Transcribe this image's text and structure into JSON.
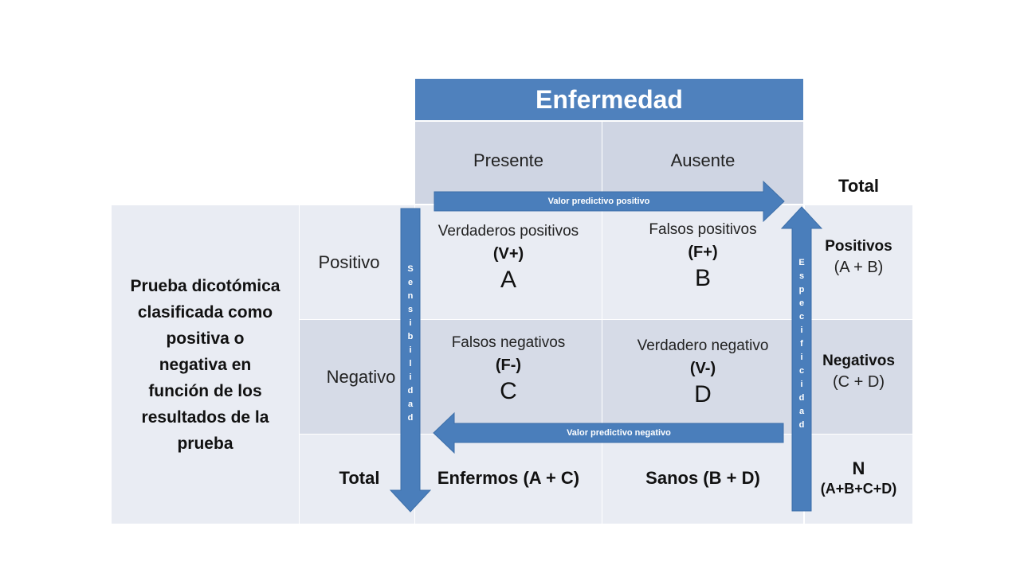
{
  "header": "Enfermedad",
  "columns": {
    "present": "Presente",
    "absent": "Ausente",
    "total": "Total"
  },
  "rows": {
    "positive": "Positivo",
    "negative": "Negativo",
    "total": "Total"
  },
  "left_label": [
    "Prueba dicotómica",
    "clasificada como",
    "positiva  o",
    "negativa  en",
    "función de los",
    "resultados de la",
    "prueba"
  ],
  "cells": {
    "a": {
      "title": "Verdaderos positivos",
      "code": "(V+)",
      "letter": "A"
    },
    "b": {
      "title": "Falsos positivos",
      "code": "(F+)",
      "letter": "B"
    },
    "c": {
      "title": "Falsos negativos",
      "code": "(F-)",
      "letter": "C"
    },
    "d": {
      "title": "Verdadero negativo",
      "code": "(V-)",
      "letter": "D"
    }
  },
  "row_totals": {
    "positive": {
      "label": "Positivos",
      "formula": "(A + B)"
    },
    "negative": {
      "label": "Negativos",
      "formula": "(C + D)"
    }
  },
  "col_totals": {
    "present": "Enfermos (A + C)",
    "absent": "Sanos (B + D)",
    "grand_label": "N",
    "grand_formula": "(A+B+C+D)"
  },
  "arrows": {
    "ppv": "Valor predictivo positivo",
    "npv": "Valor predictivo negativo",
    "sensitivity": "Sensibilidad",
    "specificity": "Especificidad"
  },
  "colors": {
    "accent": "#4f81bd",
    "arrow": "#4a7ebb",
    "cell_light": "#e9ecf3",
    "cell_mid": "#d6dbe7"
  }
}
